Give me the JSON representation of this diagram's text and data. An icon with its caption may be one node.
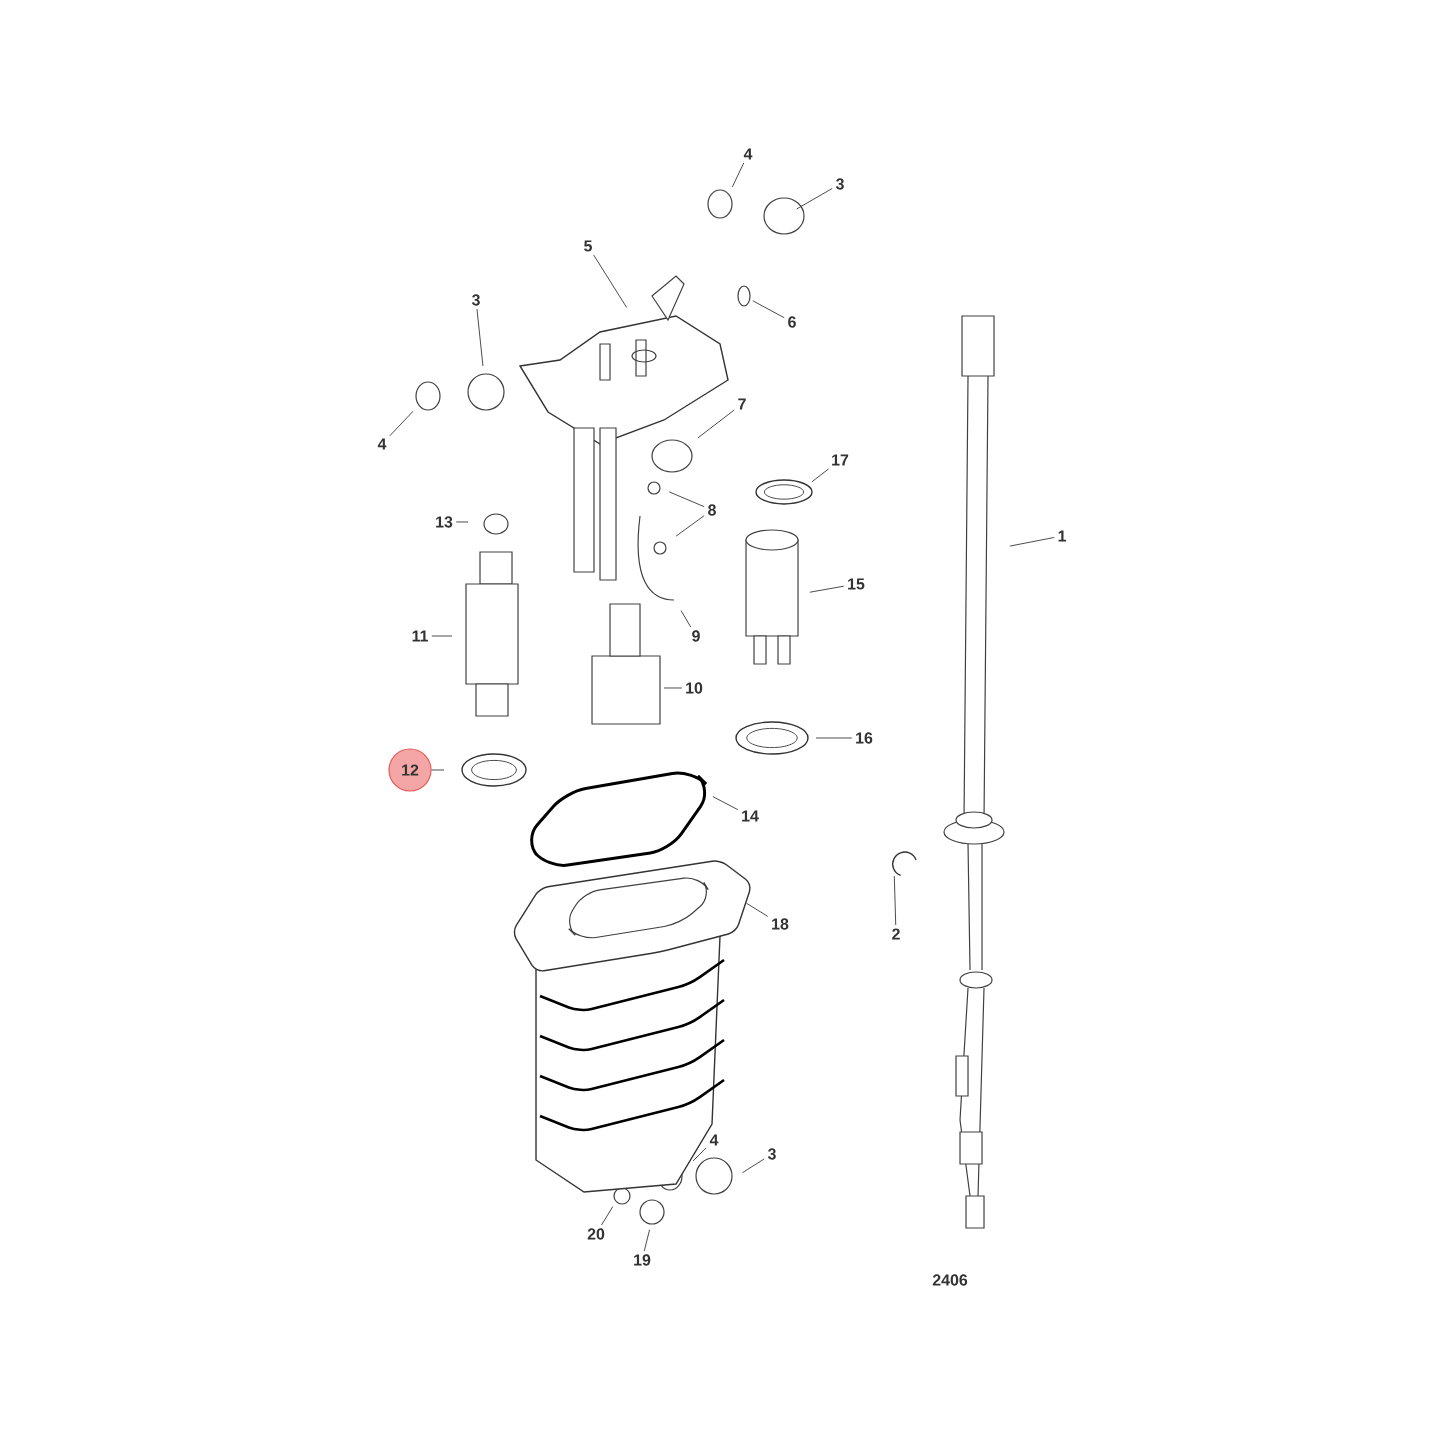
{
  "diagram": {
    "nodes": [
      {
        "text": [
          "4"
        ]
      },
      {
        "text": [
          "3"
        ]
      },
      {
        "text": [
          "5"
        ]
      },
      {
        "text": [
          "6"
        ]
      },
      {
        "text": [
          "3"
        ]
      },
      {
        "text": [
          "4"
        ]
      },
      {
        "text": [
          "7"
        ]
      },
      {
        "text": [
          "17"
        ]
      },
      {
        "text": [
          "1"
        ]
      },
      {
        "text": [
          "13"
        ]
      },
      {
        "text": [
          "8"
        ]
      },
      {
        "text": [
          "15"
        ]
      },
      {
        "text": [
          "11"
        ]
      },
      {
        "text": [
          "9"
        ]
      },
      {
        "text": [
          "10"
        ]
      },
      {
        "text": [
          "16"
        ]
      },
      {
        "text": [
          "12"
        ]
      },
      {
        "text": [
          "14"
        ]
      },
      {
        "text": [
          "2"
        ]
      },
      {
        "text": [
          "18"
        ]
      },
      {
        "text": [
          "4"
        ]
      },
      {
        "text": [
          "3"
        ]
      },
      {
        "text": [
          "20"
        ]
      },
      {
        "text": [
          "19"
        ]
      }
    ],
    "edges": [
      {
        "from": 0,
        "to": null,
        "arrow": "none"
      },
      {
        "from": 1,
        "to": null,
        "arrow": "none"
      },
      {
        "from": 2,
        "to": null,
        "arrow": "none"
      },
      {
        "from": 3,
        "to": null,
        "arrow": "none"
      },
      {
        "from": 4,
        "to": null,
        "arrow": "none"
      },
      {
        "from": 5,
        "to": null,
        "arrow": "none"
      },
      {
        "from": 6,
        "to": null,
        "arrow": "none"
      },
      {
        "from": 7,
        "to": null,
        "arrow": "none"
      },
      {
        "from": 8,
        "to": null,
        "arrow": "none"
      },
      {
        "from": 9,
        "to": null,
        "arrow": "none"
      },
      {
        "from": 10,
        "to": null,
        "arrow": "none"
      },
      {
        "from": 10,
        "to": null,
        "arrow": "none"
      },
      {
        "from": 11,
        "to": null,
        "arrow": "none"
      },
      {
        "from": 12,
        "to": null,
        "arrow": "none"
      },
      {
        "from": 13,
        "to": null,
        "arrow": "none"
      },
      {
        "from": 14,
        "to": null,
        "arrow": "none"
      },
      {
        "from": 15,
        "to": null,
        "arrow": "none"
      },
      {
        "from": 16,
        "to": null,
        "arrow": "none"
      },
      {
        "from": 17,
        "to": null,
        "arrow": "none"
      },
      {
        "from": 18,
        "to": null,
        "arrow": "none"
      },
      {
        "from": 19,
        "to": null,
        "arrow": "none"
      },
      {
        "from": 20,
        "to": null,
        "arrow": "none"
      },
      {
        "from": 21,
        "to": null,
        "arrow": "none"
      },
      {
        "from": 22,
        "to": null,
        "arrow": "none"
      },
      {
        "from": 23,
        "to": null,
        "arrow": "none"
      }
    ],
    "labels": [
      "2406"
    ]
  }
}
